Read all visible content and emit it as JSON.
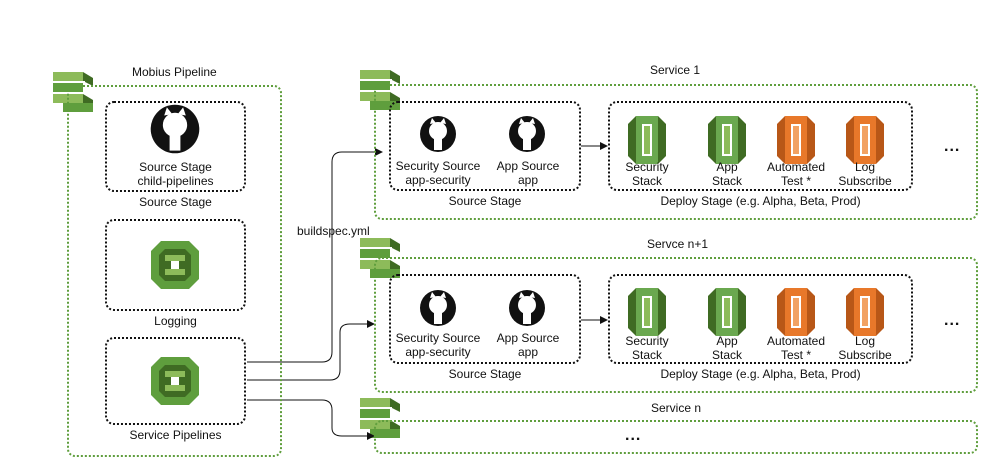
{
  "pipeline": {
    "title": "Mobius Pipeline",
    "source": {
      "name": "Source Stage",
      "repo": "child-pipelines",
      "caption": "Source Stage"
    },
    "logging": {
      "caption": "Logging"
    },
    "service_pipelines": {
      "caption": "Service Pipelines"
    },
    "edge_label": "buildspec.yml"
  },
  "services": [
    {
      "title": "Service 1",
      "sources": [
        {
          "name": "Security Source",
          "repo": "app-security"
        },
        {
          "name": "App Source",
          "repo": "app"
        }
      ],
      "source_caption": "Source Stage",
      "deploy": [
        {
          "line1": "Security",
          "line2": "Stack"
        },
        {
          "line1": "App",
          "line2": "Stack"
        },
        {
          "line1": "Automated",
          "line2": "Test *"
        },
        {
          "line1": "Log",
          "line2": "Subscribe"
        }
      ],
      "deploy_caption": "Deploy Stage (e.g. Alpha, Beta, Prod)",
      "more": "..."
    },
    {
      "title": "Servce n+1",
      "sources": [
        {
          "name": "Security Source",
          "repo": "app-security"
        },
        {
          "name": "App Source",
          "repo": "app"
        }
      ],
      "source_caption": "Source Stage",
      "deploy": [
        {
          "line1": "Security",
          "line2": "Stack"
        },
        {
          "line1": "App",
          "line2": "Stack"
        },
        {
          "line1": "Automated",
          "line2": "Test *"
        },
        {
          "line1": "Log",
          "line2": "Subscribe"
        }
      ],
      "deploy_caption": "Deploy Stage (e.g. Alpha, Beta, Prod)",
      "more": "..."
    },
    {
      "title": "Service n",
      "more": "..."
    }
  ],
  "github_logo_text": "GitHub",
  "colors": {
    "green": "#5f9e3d",
    "green_dark": "#3f6b23",
    "orange": "#e8782a",
    "orange_dark": "#b85717"
  }
}
